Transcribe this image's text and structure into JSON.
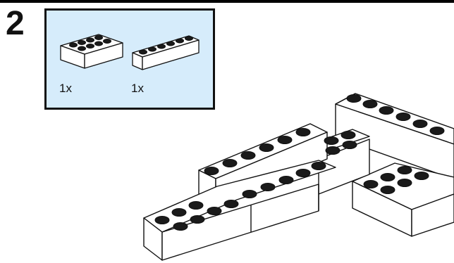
{
  "step": {
    "number": "2"
  },
  "parts_list": {
    "background": "#d6ecfb",
    "border": "#111111",
    "items": [
      {
        "icon": "brick-2x4-icon",
        "quantity_label": "1x"
      },
      {
        "icon": "brick-1x6-icon",
        "quantity_label": "1x"
      }
    ]
  },
  "assembly": {
    "icon": "brick-assembly-illustration"
  }
}
